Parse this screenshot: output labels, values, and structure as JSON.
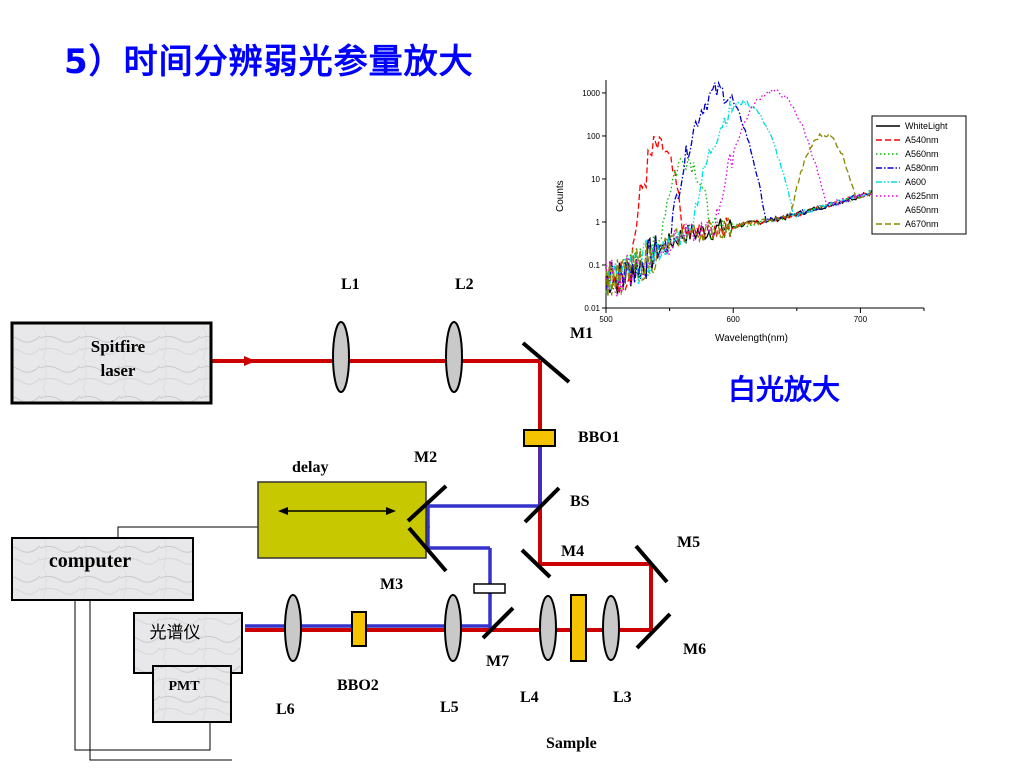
{
  "title": "5）时间分辨弱光参量放大",
  "caption": "白光放大",
  "colors": {
    "title": "#0000ff",
    "red_beam": "#cc0000",
    "blue_beam": "#3333cc",
    "delay_stage": "#c8c800",
    "crystal": "#f5c400"
  },
  "boxes": {
    "laser": "Spitfire\nlaser",
    "computer": "computer",
    "spectrometer": "光谱仪",
    "pmt": "PMT",
    "delay": "delay"
  },
  "labels": {
    "L1": "L1",
    "L2": "L2",
    "L3": "L3",
    "L4": "L4",
    "L5": "L5",
    "L6": "L6",
    "M1": "M1",
    "M2": "M2",
    "M3": "M3",
    "M4": "M4",
    "M5": "M5",
    "M6": "M6",
    "M7": "M7",
    "BBO1": "BBO1",
    "BBO2": "BBO2",
    "BS": "BS",
    "Sample": "Sample"
  },
  "chart_data": {
    "type": "line",
    "xlabel": "Wavelength(nm)",
    "ylabel": "Counts",
    "xlim": [
      500,
      750
    ],
    "ylim": [
      0.01,
      2000
    ],
    "yscale": "log",
    "xticks": [
      500,
      600,
      700
    ],
    "yticks": [
      0.01,
      0.1,
      1,
      10,
      100,
      1000
    ],
    "ytick_labels": [
      "0.01",
      "0.1",
      "1",
      "10",
      "100",
      "1000"
    ],
    "legend_position": "right",
    "series": [
      {
        "name": "WhiteLight",
        "color": "#000000",
        "dash": "solid",
        "peak_x": null,
        "peak_y": null,
        "width": null
      },
      {
        "name": "A540nm",
        "color": "#ff0000",
        "dash": "dash",
        "peak_x": 542,
        "peak_y": 55,
        "width": 9
      },
      {
        "name": "A560nm",
        "color": "#00bb00",
        "dash": "dot",
        "peak_x": 563,
        "peak_y": 30,
        "width": 10
      },
      {
        "name": "A580nm",
        "color": "#0000cc",
        "dash": "dashdot",
        "peak_x": 589,
        "peak_y": 1100,
        "width": 14
      },
      {
        "name": "A600",
        "color": "#00dddd",
        "dash": "dashdotdot",
        "peak_x": 608,
        "peak_y": 600,
        "width": 16
      },
      {
        "name": "A625nm",
        "color": "#dd00dd",
        "dash": "dot",
        "peak_x": 631,
        "peak_y": 1100,
        "width": 17
      },
      {
        "name": "A650nm",
        "color": "#000000",
        "dash": "none",
        "peak_x": null,
        "peak_y": null,
        "width": null
      },
      {
        "name": "A670nm",
        "color": "#888800",
        "dash": "dash",
        "peak_x": 672,
        "peak_y": 110,
        "width": 13
      }
    ]
  }
}
